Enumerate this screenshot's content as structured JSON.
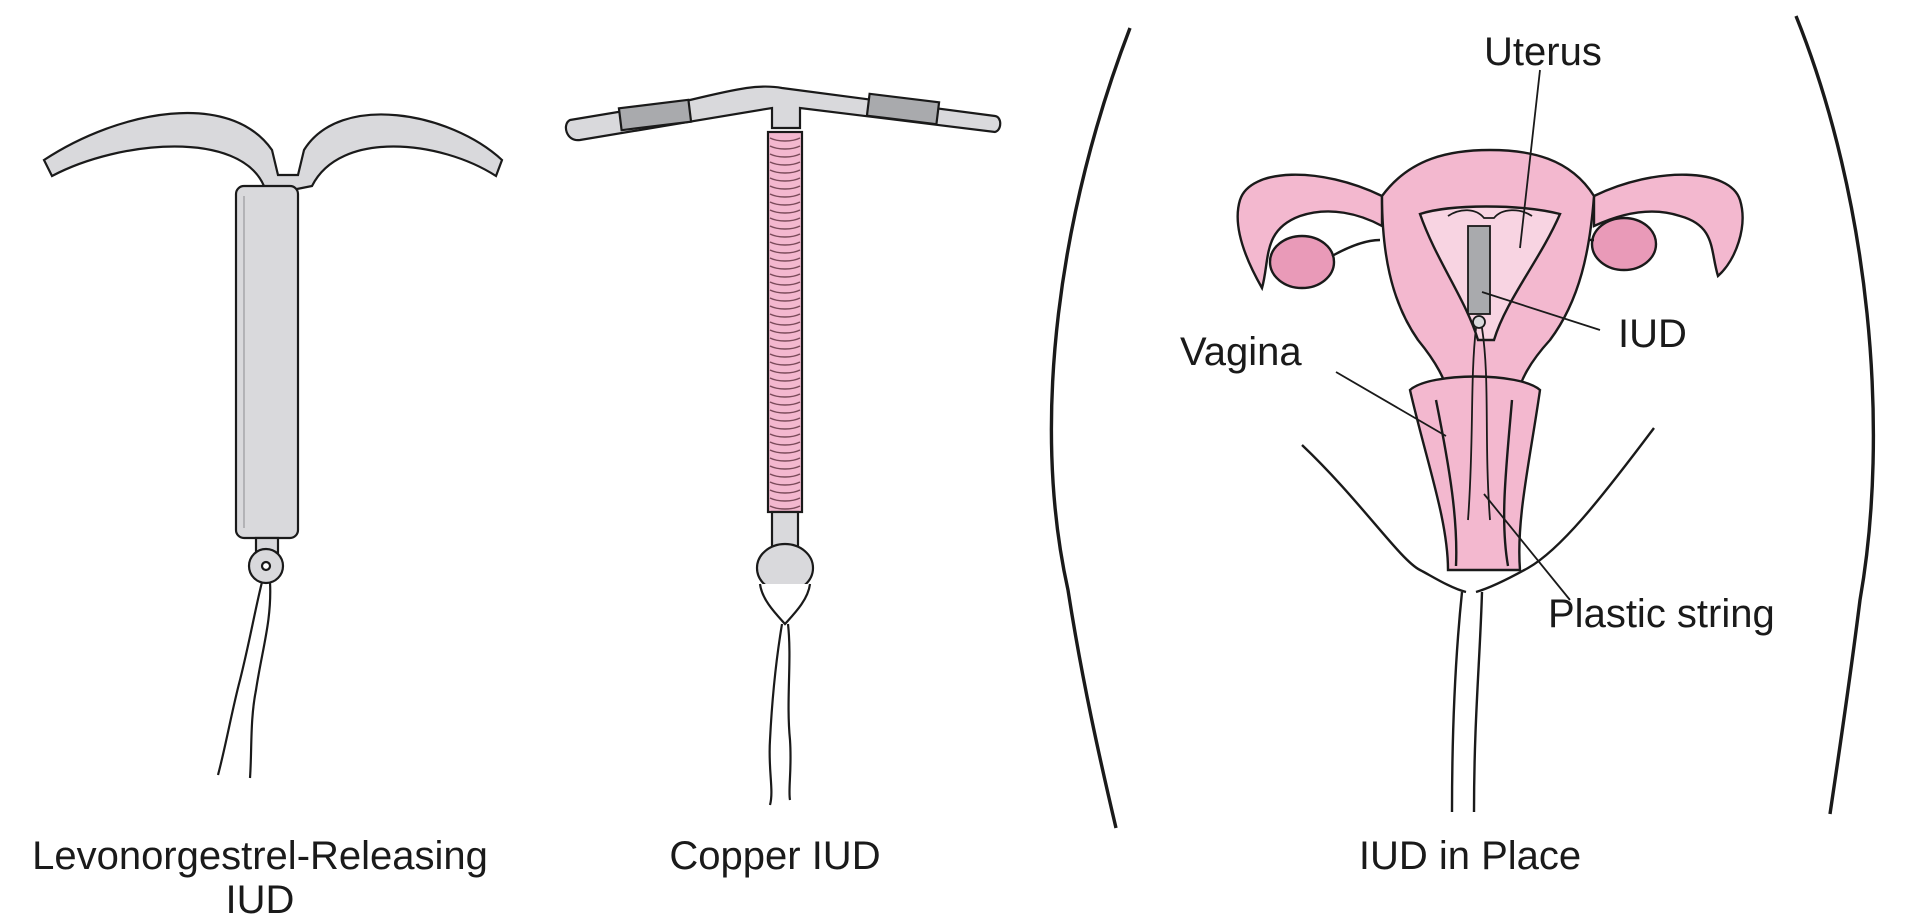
{
  "captions": {
    "levonorgestrel": "Levonorgestrel-Releasing\nIUD",
    "copper": "Copper IUD",
    "in_place": "IUD in Place"
  },
  "labels": {
    "uterus": "Uterus",
    "iud": "IUD",
    "vagina": "Vagina",
    "string": "Plastic string"
  },
  "colors": {
    "device_gray": "#d9d9dc",
    "device_dark": "#a9aaad",
    "tissue_pink": "#f3b8cf",
    "tissue_light": "#f8d4e2",
    "outline": "#1a1a1a"
  }
}
